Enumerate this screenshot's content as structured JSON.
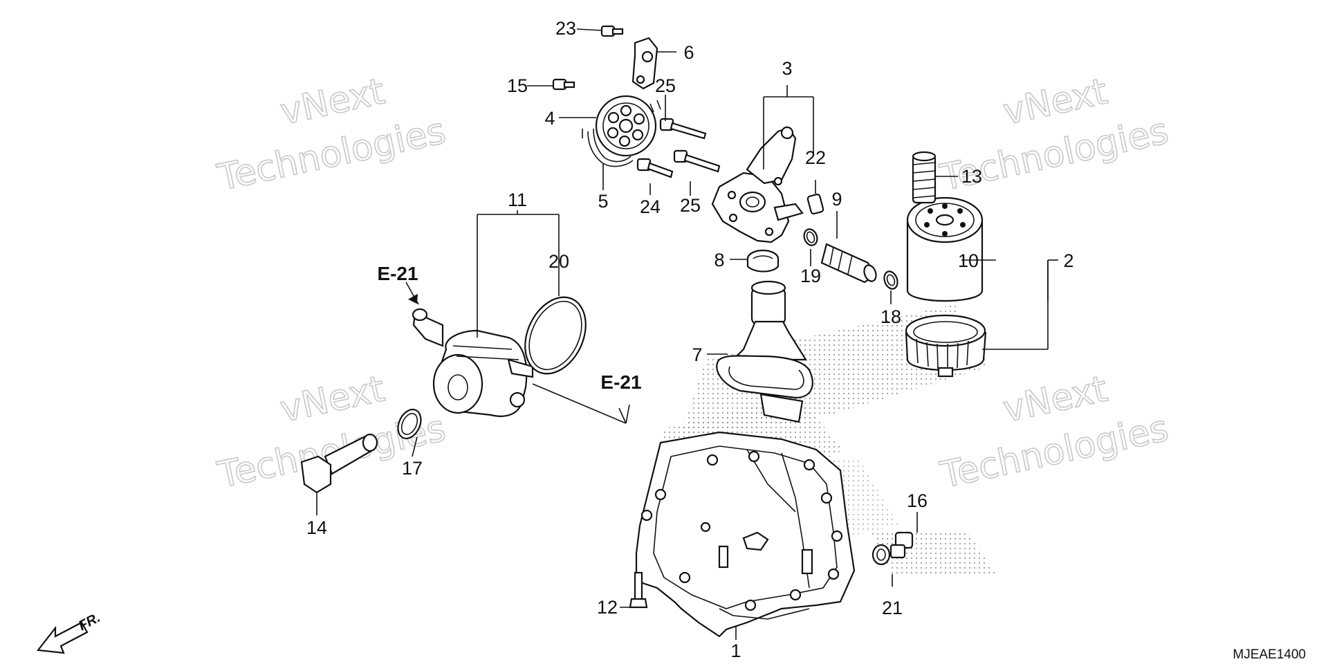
{
  "diagram": {
    "labels": {
      "p1": "1",
      "p2": "2",
      "p3": "3",
      "p4": "4",
      "p5": "5",
      "p6": "6",
      "p7": "7",
      "p8": "8",
      "p9": "9",
      "p10": "10",
      "p11": "11",
      "p12": "12",
      "p13": "13",
      "p14": "14",
      "p15": "15",
      "p16": "16",
      "p17": "17",
      "p18": "18",
      "p19": "19",
      "p20": "20",
      "p21": "21",
      "p22": "22",
      "p23": "23",
      "p24": "24",
      "p25a": "25",
      "p25b": "25"
    },
    "refs": {
      "ref_a": "E-21",
      "ref_b": "E-21"
    },
    "direction_marker": "FR.",
    "diagram_code": "MJEAE1400",
    "watermark": {
      "line1": "vNext",
      "line2": "Technologies"
    }
  }
}
